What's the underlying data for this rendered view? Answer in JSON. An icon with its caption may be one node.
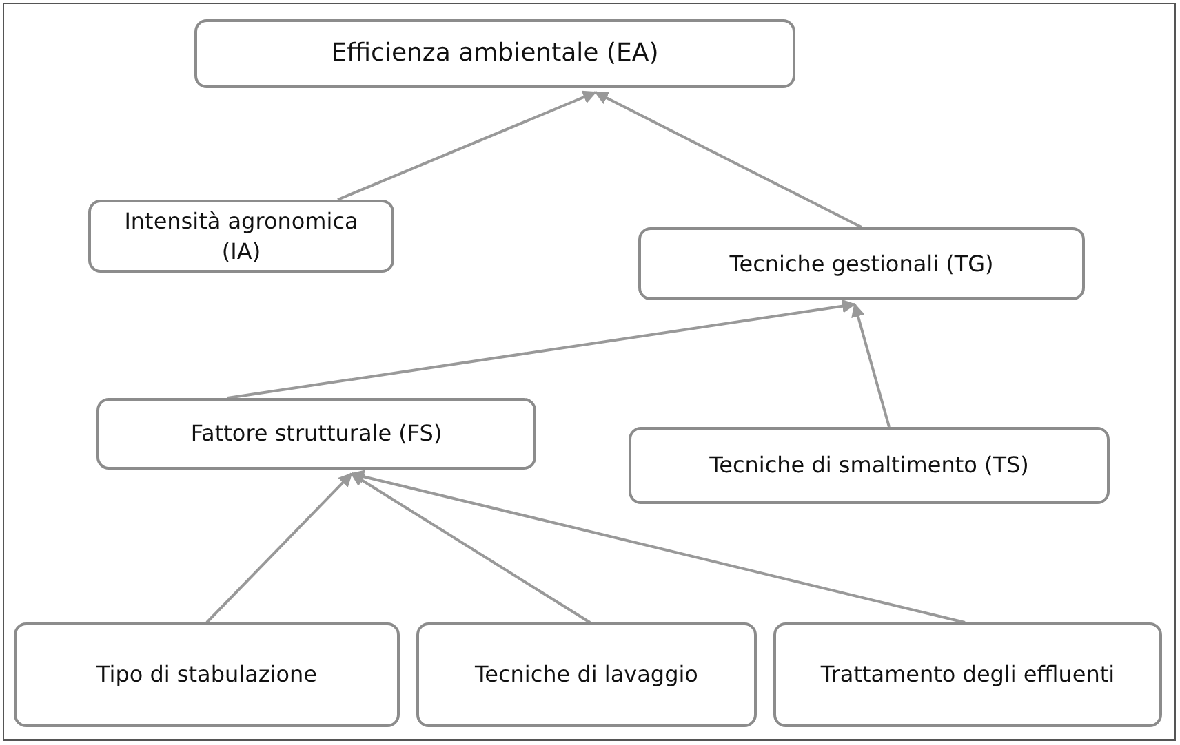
{
  "diagram": {
    "nodes": [
      {
        "text": [
          "Efficienza ambientale (EA)"
        ]
      },
      {
        "text": [
          "Intensità agronomica (IA)"
        ]
      },
      {
        "text": [
          "Tecniche gestionali (TG)"
        ]
      },
      {
        "text": [
          "Fattore strutturale (FS)"
        ]
      },
      {
        "text": [
          "Tecniche di smaltimento (TS)"
        ]
      },
      {
        "text": [
          "Tipo di stabulazione"
        ]
      },
      {
        "text": [
          "Tecniche di lavaggio"
        ]
      },
      {
        "text": [
          "Trattamento degli effluenti"
        ]
      }
    ],
    "edges": [
      {
        "from": 1,
        "to": 0,
        "arrow": "to"
      },
      {
        "from": 2,
        "to": 0,
        "arrow": "to"
      },
      {
        "from": 3,
        "to": 2,
        "arrow": "to"
      },
      {
        "from": 4,
        "to": 2,
        "arrow": "to"
      },
      {
        "from": 5,
        "to": 3,
        "arrow": "to"
      },
      {
        "from": 6,
        "to": 3,
        "arrow": "to"
      },
      {
        "from": 7,
        "to": 3,
        "arrow": "to"
      }
    ]
  }
}
